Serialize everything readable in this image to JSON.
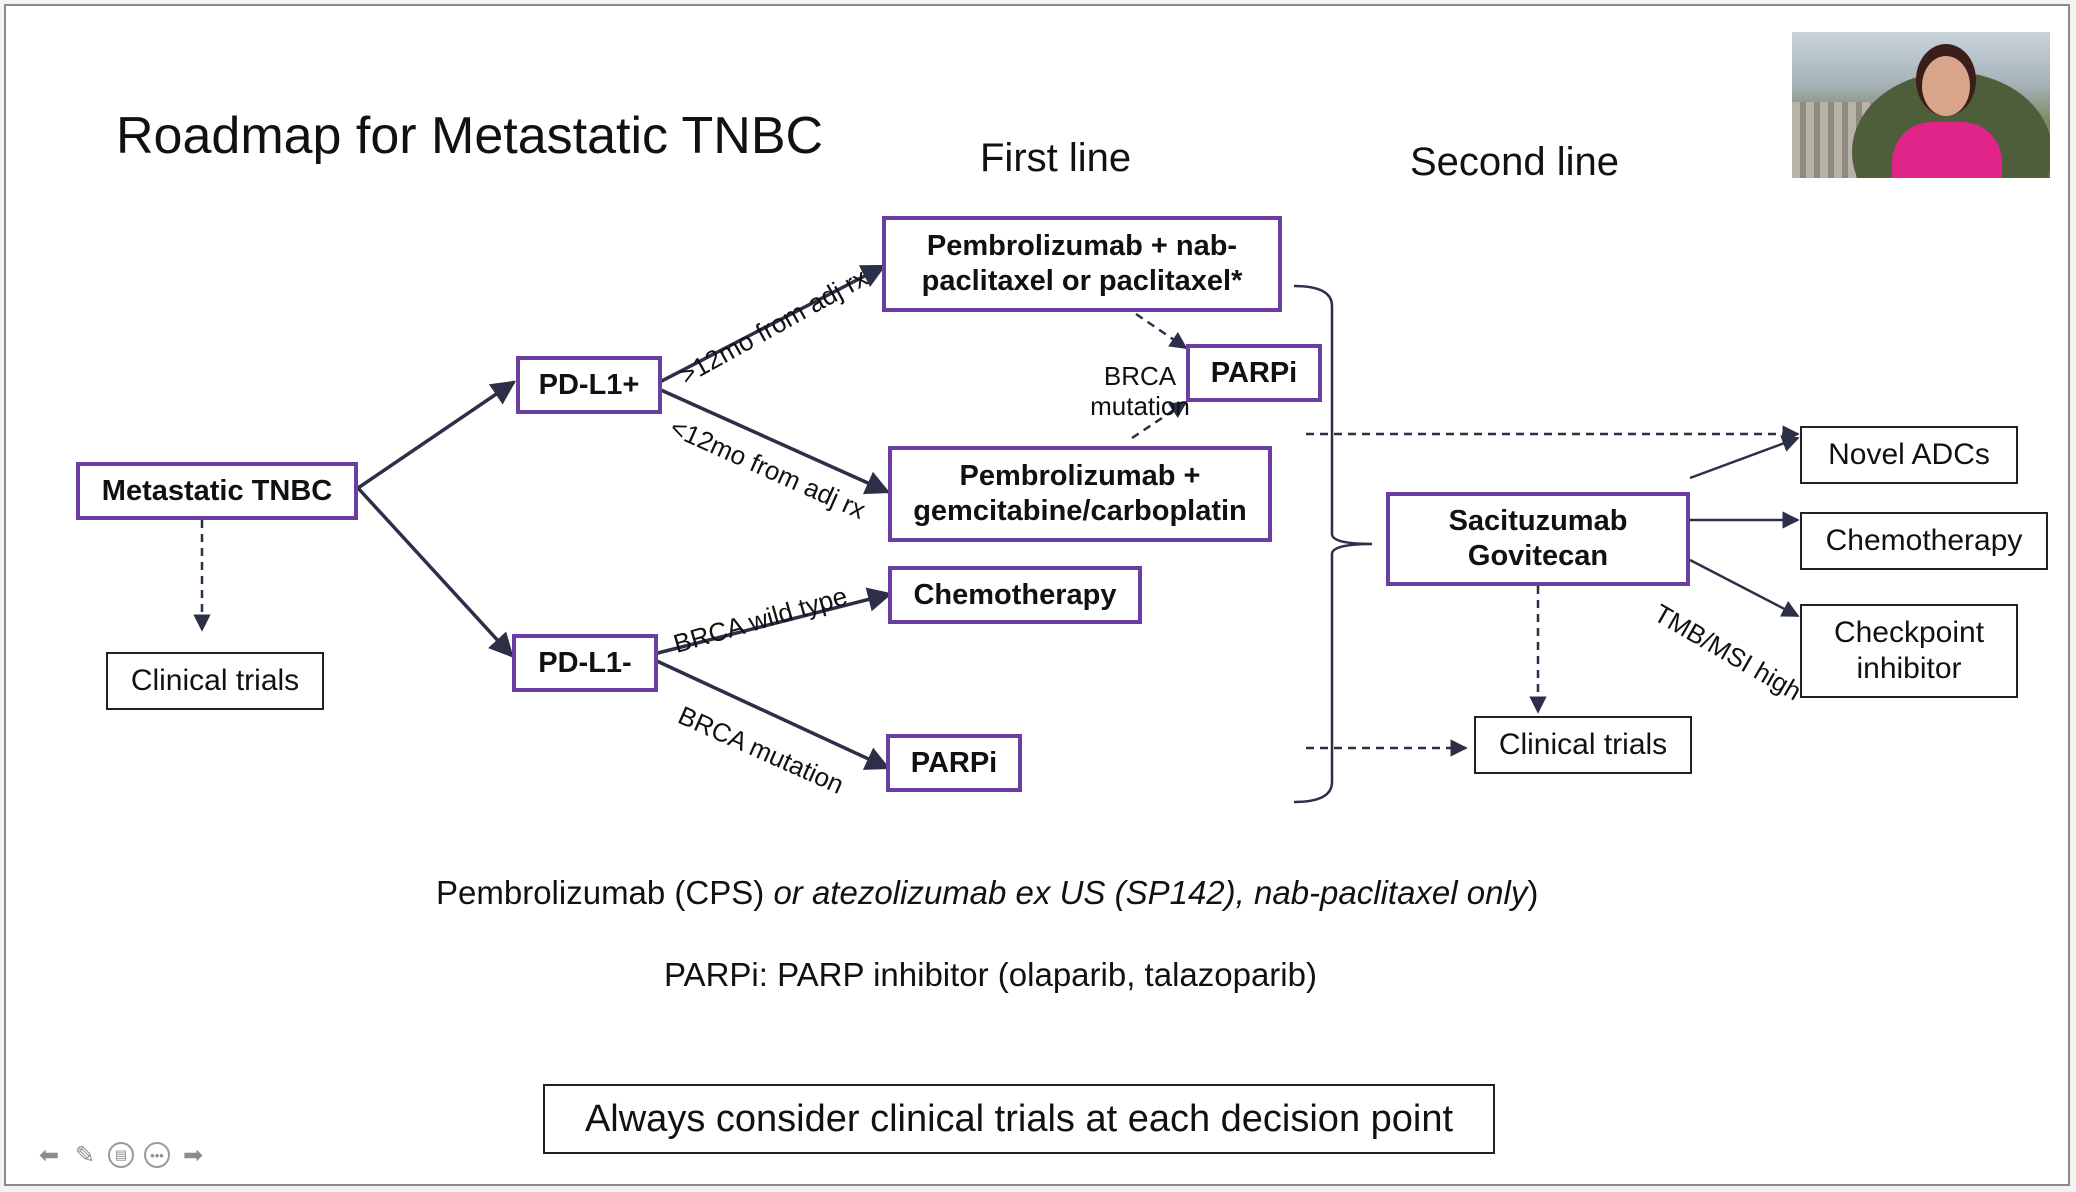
{
  "slide": {
    "title": "Roadmap for Metastatic TNBC",
    "col_first": "First line",
    "col_second": "Second line"
  },
  "nodes": {
    "metastatic": "Metastatic TNBC",
    "clinical_trials_left": "Clinical trials",
    "pdl1_pos": "PD-L1+",
    "pdl1_neg": "PD-L1-",
    "pembro_nab": "Pembrolizumab + nab-paclitaxel or paclitaxel*",
    "parpi_top": "PARPi",
    "pembro_gem": "Pembrolizumab + gemcitabine/carboplatin",
    "chemo_first": "Chemotherapy",
    "parpi_bottom": "PARPi",
    "sacituzumab": "Sacituzumab Govitecan",
    "novel_adcs": "Novel ADCs",
    "chemo_second": "Chemotherapy",
    "checkpoint": "Checkpoint inhibitor",
    "clinical_trials_right": "Clinical trials"
  },
  "edge_labels": {
    "gt12": ">12mo from adj rx",
    "lt12": "<12mo from adj rx",
    "brca_mut_top": "BRCA mutation",
    "brca_wt": "BRCA wild type",
    "brca_mut_bottom": "BRCA mutation",
    "tmb": "TMB/MSI high"
  },
  "notes": {
    "line1_normal": "Pembrolizumab (CPS) ",
    "line1_italic": "or atezolizumab ex US (SP142), nab-paclitaxel only",
    "line1_end": ")",
    "line2": "PARPi: PARP inhibitor (olaparib, talazoparib)",
    "callout": "Always consider clinical trials at each decision point"
  },
  "colors": {
    "accent_border": "#6b3fa0",
    "arrow": "#2b3048"
  },
  "toolbar": {
    "icons": [
      "arrow-left-icon",
      "pen-icon",
      "slides-icon",
      "more-icon",
      "arrow-right-icon"
    ]
  }
}
